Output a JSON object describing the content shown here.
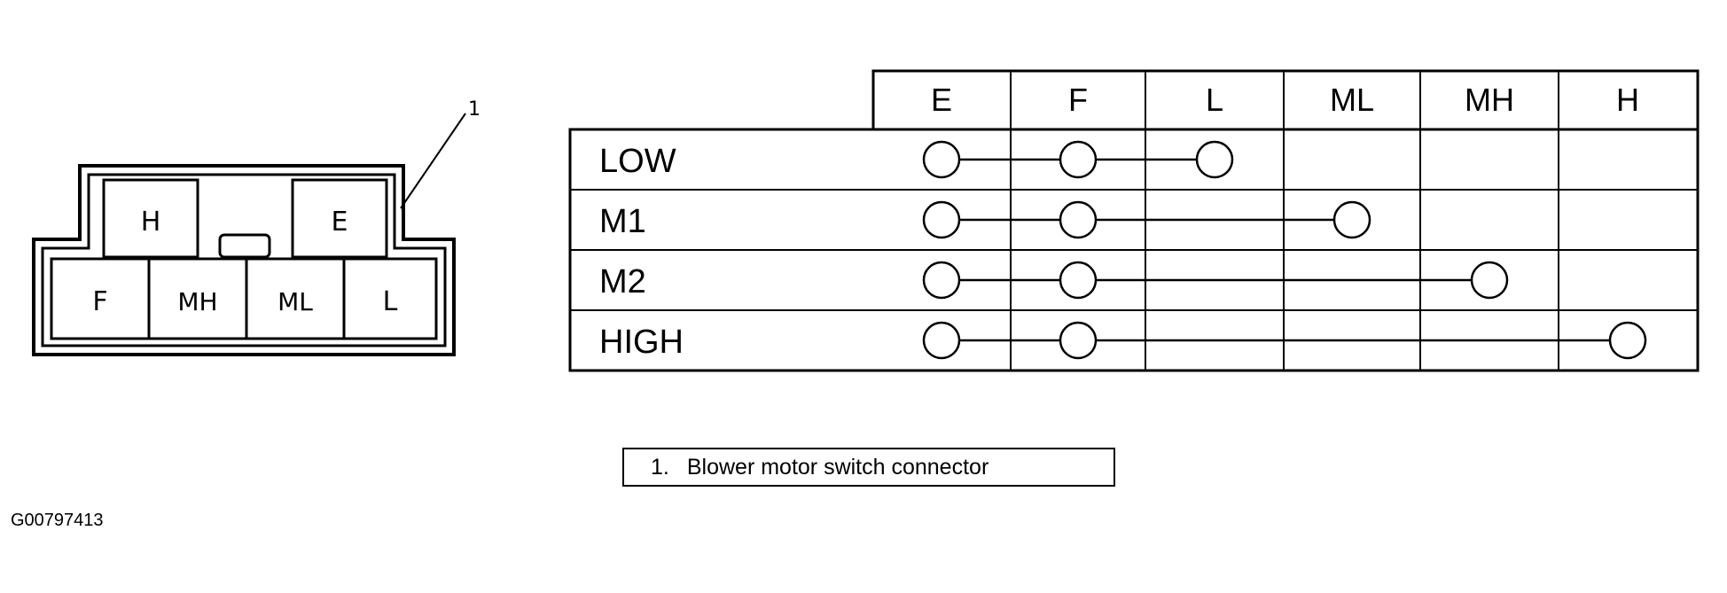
{
  "connector": {
    "callout_number": "1",
    "top_pins": [
      {
        "id": "H",
        "label": "H"
      },
      {
        "id": "E",
        "label": "E"
      }
    ],
    "bottom_pins": [
      {
        "id": "F",
        "label": "F"
      },
      {
        "id": "MH",
        "label": "MH"
      },
      {
        "id": "ML",
        "label": "ML"
      },
      {
        "id": "L",
        "label": "L"
      }
    ]
  },
  "continuity_table": {
    "columns": [
      "E",
      "F",
      "L",
      "ML",
      "MH",
      "H"
    ],
    "rows": [
      {
        "label": "LOW",
        "connected": [
          "E",
          "F",
          "L"
        ]
      },
      {
        "label": "M1",
        "connected": [
          "E",
          "F",
          "ML"
        ]
      },
      {
        "label": "M2",
        "connected": [
          "E",
          "F",
          "MH"
        ]
      },
      {
        "label": "HIGH",
        "connected": [
          "E",
          "F",
          "H"
        ]
      }
    ]
  },
  "legend": {
    "number": "1.",
    "text": "Blower motor switch connector"
  },
  "figure_id": "G00797413"
}
